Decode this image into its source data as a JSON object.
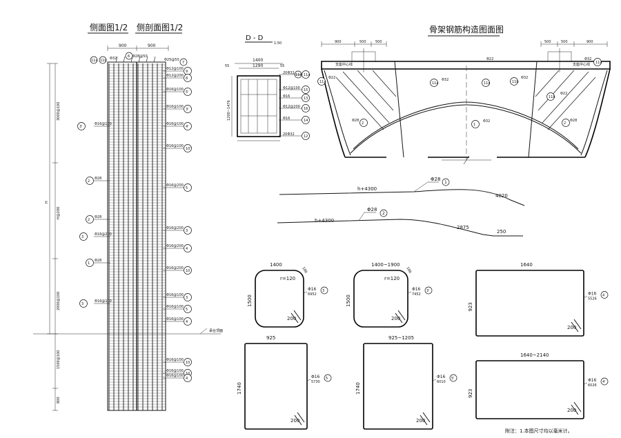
{
  "titles": {
    "side_half": "侧面图1/2",
    "section_half": "侧剖面图1/2",
    "dd": "D - D",
    "dd_scale": "1:50",
    "frame": "骨架钢筋构造图面图"
  },
  "elevation": {
    "top_dims": [
      "900",
      "900"
    ],
    "top_labels": [
      "Φ28@50",
      "Φ25@50"
    ],
    "left_dims": [
      "3000@100",
      "H",
      "H@200",
      "2000@100",
      "1500@100",
      "800"
    ],
    "left_labels": [
      {
        "num": "3'",
        "text": "Φ16@100"
      },
      {
        "num": "2",
        "text": "Φ28"
      },
      {
        "num": "2",
        "text": "Φ28"
      },
      {
        "num": "3",
        "text": "Φ16@200"
      },
      {
        "num": "1",
        "text": "Φ28"
      },
      {
        "num": "3",
        "text": "Φ16@100"
      }
    ],
    "top_bubbles": [
      "11a",
      "11b",
      "6",
      "7"
    ],
    "top_label_32": "Φ32",
    "right_labels": [
      {
        "num": "9",
        "text": "Φ12@100"
      },
      {
        "num": "8",
        "text": "Φ12@200"
      },
      {
        "num": "5'",
        "text": "Φ16@100"
      },
      {
        "num": "3'",
        "text": "Φ16@100"
      },
      {
        "num": "4'",
        "text": "Φ16@100"
      },
      {
        "num": "10'",
        "text": "Φ16@100"
      },
      {
        "num": "5",
        "text": "Φ16@200"
      },
      {
        "num": "3",
        "text": "Φ16@200"
      },
      {
        "num": "4",
        "text": "Φ16@200"
      },
      {
        "num": "10",
        "text": "Φ16@200"
      },
      {
        "num": "3",
        "text": "Φ16@100"
      },
      {
        "num": "5",
        "text": "Φ16@100"
      },
      {
        "num": "4",
        "text": "Φ16@100"
      },
      {
        "num": "10",
        "text": "Φ16@100"
      },
      {
        "num": "10",
        "text": "Φ16@100"
      },
      {
        "num": "4",
        "text": "Φ16@100"
      }
    ],
    "ground": "承台顶面"
  },
  "dd": {
    "dims_top": [
      "1400",
      "1290"
    ],
    "side_55": "55",
    "dims_side": "1200~1476",
    "labels": [
      {
        "num": "11a",
        "text": "20Φ32"
      },
      {
        "num": "15",
        "text": "Φ12@100"
      },
      {
        "num": "13",
        "text": "Φ16"
      },
      {
        "num": "16",
        "text": "Φ12@200"
      },
      {
        "num": "14",
        "text": "Φ16"
      },
      {
        "num": "12",
        "text": "20Φ32"
      }
    ],
    "bubble_11b": "11b"
  },
  "frame": {
    "dims_left": [
      "900",
      "500",
      "500"
    ],
    "dims_right": [
      "500",
      "500",
      "900"
    ],
    "center_left": "支座中心线",
    "center_right": "支座中心线",
    "labels": [
      {
        "num": "11a",
        "text": "Φ22"
      },
      {
        "num": "11a",
        "text": "Φ32"
      },
      {
        "num": "11b",
        "text": "Φ32"
      },
      {
        "num": "11a",
        "text": "Φ22"
      },
      {
        "num": "11b",
        "text": "Φ22"
      },
      {
        "num": "2",
        "text": "Φ28"
      },
      {
        "num": "1",
        "text": "Φ32"
      },
      {
        "num": "2",
        "text": "Φ28"
      },
      {
        "num": "11a",
        "text": "Φ32"
      }
    ]
  },
  "bars": {
    "bar1": {
      "num": "1",
      "dia": "Φ28",
      "len1": "h+4300",
      "len2": "4020"
    },
    "bar2": {
      "num": "2",
      "dia": "Φ28",
      "len1": "h+4300",
      "len2": "2875",
      "len3": "250"
    }
  },
  "stirrups": [
    {
      "num": "3",
      "w": "1400",
      "h": "1500",
      "r": "r=120",
      "dia": "Φ16",
      "len": "6952",
      "hook": "200",
      "b": "188"
    },
    {
      "num": "3'",
      "w": "1400~1900",
      "h": "1500",
      "r": "r=120",
      "dia": "Φ16",
      "len": "7452",
      "hook": "200",
      "b": "188"
    },
    {
      "num": "4",
      "w": "1640",
      "h": "923",
      "dia": "Φ16",
      "len": "5526",
      "hook": "200"
    },
    {
      "num": "5",
      "w": "925",
      "h": "1740",
      "dia": "Φ16",
      "len": "5730",
      "hook": "200"
    },
    {
      "num": "5'",
      "w": "925~1205",
      "h": "1740",
      "dia": "Φ16",
      "len": "6010",
      "hook": "200"
    },
    {
      "num": "4'",
      "w": "1640~2140",
      "h": "923",
      "dia": "Φ16",
      "len": "6026",
      "hook": "200"
    }
  ],
  "note": "附注：1.本图尺寸均以毫米计。"
}
